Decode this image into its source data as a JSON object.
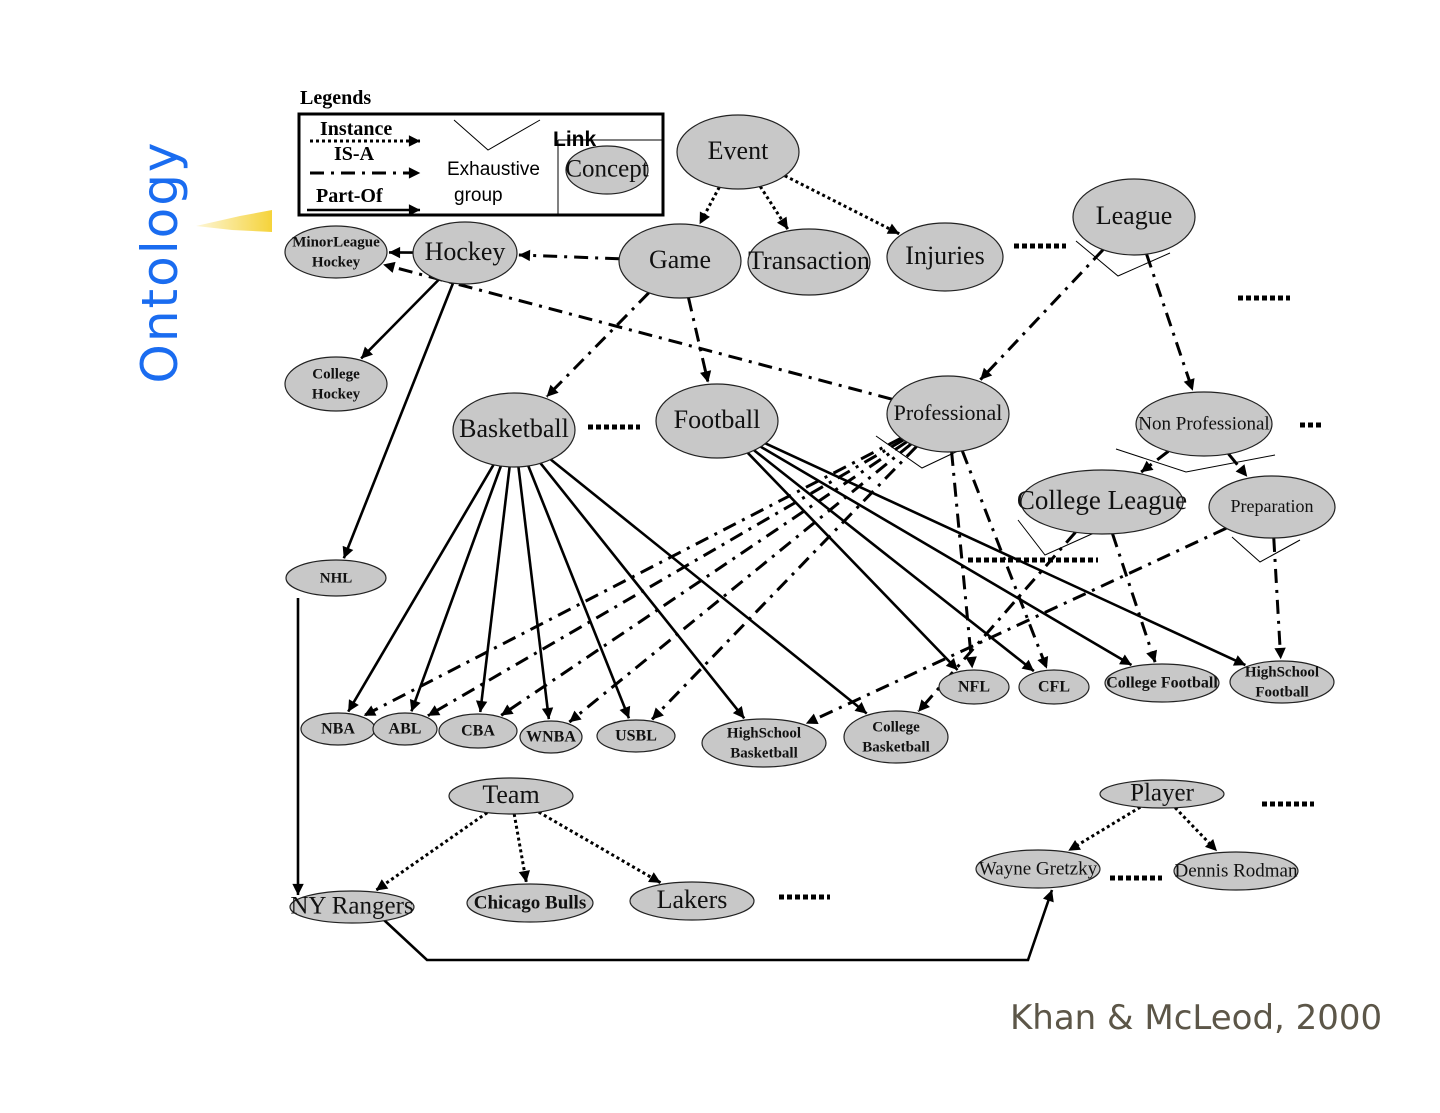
{
  "slide": {
    "side_title": "Ontology",
    "citation": "Khan & McLeod, 2000",
    "colors": {
      "side_title": "#1a6cf0",
      "node_fill": "#c8c8c8",
      "citation": "#5c5648",
      "highlight_bar": "#f5d33a"
    }
  },
  "legend": {
    "title": "Legends",
    "instance_label": "Instance",
    "isa_label": "IS-A",
    "partof_label": "Part-Of",
    "exhaustive_label_1": "Exhaustive",
    "exhaustive_label_2": "group",
    "link_label": "Link",
    "concept_label": "Concept"
  },
  "nodes": [
    {
      "id": "event",
      "label": "Event"
    },
    {
      "id": "game",
      "label": "Game"
    },
    {
      "id": "transaction",
      "label": "Transaction"
    },
    {
      "id": "injuries",
      "label": "Injuries"
    },
    {
      "id": "league",
      "label": "League"
    },
    {
      "id": "hockey",
      "label": "Hockey"
    },
    {
      "id": "minorleague_hockey",
      "label": [
        "MinorLeague",
        "Hockey"
      ]
    },
    {
      "id": "college_hockey",
      "label": [
        "College",
        "Hockey"
      ]
    },
    {
      "id": "basketball",
      "label": "Basketball"
    },
    {
      "id": "football",
      "label": "Football"
    },
    {
      "id": "professional",
      "label": "Professional"
    },
    {
      "id": "non_professional",
      "label": "Non Professional"
    },
    {
      "id": "college_league",
      "label": "College League"
    },
    {
      "id": "preparation",
      "label": "Preparation"
    },
    {
      "id": "nhl",
      "label": "NHL"
    },
    {
      "id": "nba",
      "label": "NBA"
    },
    {
      "id": "abl",
      "label": "ABL"
    },
    {
      "id": "cba",
      "label": "CBA"
    },
    {
      "id": "wnba",
      "label": "WNBA"
    },
    {
      "id": "usbl",
      "label": "USBL"
    },
    {
      "id": "highschool_basketball",
      "label": [
        "HighSchool",
        "Basketball"
      ]
    },
    {
      "id": "college_basketball",
      "label": [
        "College",
        "Basketball"
      ]
    },
    {
      "id": "nfl",
      "label": "NFL"
    },
    {
      "id": "cfl",
      "label": "CFL"
    },
    {
      "id": "college_football",
      "label": "College Football"
    },
    {
      "id": "highschool_football",
      "label": [
        "HighSchool",
        "Football"
      ]
    },
    {
      "id": "team",
      "label": "Team"
    },
    {
      "id": "ny_rangers",
      "label": "NY Rangers"
    },
    {
      "id": "chicago_bulls",
      "label": "Chicago Bulls"
    },
    {
      "id": "lakers",
      "label": "Lakers"
    },
    {
      "id": "player",
      "label": "Player"
    },
    {
      "id": "wayne_gretzky",
      "label": "Wayne Gretzky"
    },
    {
      "id": "dennis_rodman",
      "label": "Dennis Rodman"
    }
  ],
  "edges": [
    {
      "from": "event",
      "to": "game",
      "type": "instance"
    },
    {
      "from": "event",
      "to": "transaction",
      "type": "instance"
    },
    {
      "from": "event",
      "to": "injuries",
      "type": "instance"
    },
    {
      "from": "game",
      "to": "hockey",
      "type": "isa"
    },
    {
      "from": "game",
      "to": "basketball",
      "type": "isa"
    },
    {
      "from": "game",
      "to": "football",
      "type": "isa"
    },
    {
      "from": "hockey",
      "to": "minorleague_hockey",
      "type": "partof"
    },
    {
      "from": "hockey",
      "to": "college_hockey",
      "type": "partof"
    },
    {
      "from": "hockey",
      "to": "nhl",
      "type": "partof"
    },
    {
      "from": "professional",
      "to": "minorleague_hockey",
      "type": "isa"
    },
    {
      "from": "league",
      "to": "professional",
      "type": "isa"
    },
    {
      "from": "league",
      "to": "non_professional",
      "type": "isa"
    },
    {
      "from": "non_professional",
      "to": "college_league",
      "type": "isa"
    },
    {
      "from": "non_professional",
      "to": "preparation",
      "type": "isa"
    },
    {
      "from": "basketball",
      "to": "nba",
      "type": "partof"
    },
    {
      "from": "basketball",
      "to": "abl",
      "type": "partof"
    },
    {
      "from": "basketball",
      "to": "cba",
      "type": "partof"
    },
    {
      "from": "basketball",
      "to": "wnba",
      "type": "partof"
    },
    {
      "from": "basketball",
      "to": "usbl",
      "type": "partof"
    },
    {
      "from": "basketball",
      "to": "highschool_basketball",
      "type": "partof"
    },
    {
      "from": "basketball",
      "to": "college_basketball",
      "type": "partof"
    },
    {
      "from": "football",
      "to": "nfl",
      "type": "partof"
    },
    {
      "from": "football",
      "to": "cfl",
      "type": "partof"
    },
    {
      "from": "football",
      "to": "college_football",
      "type": "partof"
    },
    {
      "from": "football",
      "to": "highschool_football",
      "type": "partof"
    },
    {
      "from": "professional",
      "to": "nba",
      "type": "isa"
    },
    {
      "from": "professional",
      "to": "abl",
      "type": "isa"
    },
    {
      "from": "professional",
      "to": "cba",
      "type": "isa"
    },
    {
      "from": "professional",
      "to": "wnba",
      "type": "isa"
    },
    {
      "from": "professional",
      "to": "usbl",
      "type": "isa"
    },
    {
      "from": "professional",
      "to": "nfl",
      "type": "isa"
    },
    {
      "from": "professional",
      "to": "cfl",
      "type": "isa"
    },
    {
      "from": "college_league",
      "to": "college_basketball",
      "type": "isa"
    },
    {
      "from": "college_league",
      "to": "college_football",
      "type": "isa"
    },
    {
      "from": "preparation",
      "to": "highschool_basketball",
      "type": "isa"
    },
    {
      "from": "preparation",
      "to": "highschool_football",
      "type": "isa"
    },
    {
      "from": "team",
      "to": "ny_rangers",
      "type": "instance"
    },
    {
      "from": "team",
      "to": "chicago_bulls",
      "type": "instance"
    },
    {
      "from": "team",
      "to": "lakers",
      "type": "instance"
    },
    {
      "from": "player",
      "to": "wayne_gretzky",
      "type": "instance"
    },
    {
      "from": "player",
      "to": "dennis_rodman",
      "type": "instance"
    },
    {
      "from": "nhl",
      "to": "ny_rangers",
      "type": "partof"
    },
    {
      "from": "ny_rangers",
      "to": "wayne_gretzky",
      "type": "partof"
    }
  ],
  "ellipses": [
    {
      "after": "injuries",
      "text": "......"
    },
    {
      "after": "league",
      "text": "......"
    },
    {
      "after": "basketball",
      "text": "......"
    },
    {
      "after": "non_professional",
      "text": "..."
    },
    {
      "after": "lakers",
      "text": "......"
    },
    {
      "after": "player",
      "text": "......"
    },
    {
      "after": "wayne_gretzky",
      "text": "......"
    }
  ]
}
